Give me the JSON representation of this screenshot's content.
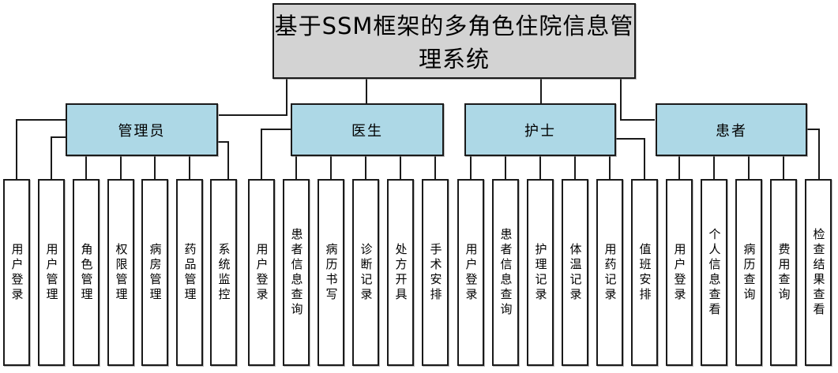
{
  "title": "基于SSM框架的多角色住院信息管理系统",
  "colors": {
    "title_fill": "#d3d3d3",
    "role_fill": "#add8e6",
    "leaf_fill": "#ffffff",
    "line": "#1a1a1a"
  },
  "roles": [
    {
      "label": "管理员",
      "children": [
        "用户登录",
        "用户管理",
        "角色管理",
        "权限管理",
        "病房管理",
        "药品管理",
        "系统监控"
      ]
    },
    {
      "label": "医生",
      "children": [
        "用户登录",
        "患者信息查询",
        "病历书写",
        "诊断记录",
        "处方开具",
        "手术安排"
      ]
    },
    {
      "label": "护士",
      "children": [
        "用户登录",
        "患者信息查询",
        "护理记录",
        "体温记录",
        "用药记录",
        "值班安排"
      ]
    },
    {
      "label": "患者",
      "children": [
        "用户登录",
        "个人信息查看",
        "病历查询",
        "费用查询",
        "检查结果查看"
      ]
    }
  ]
}
